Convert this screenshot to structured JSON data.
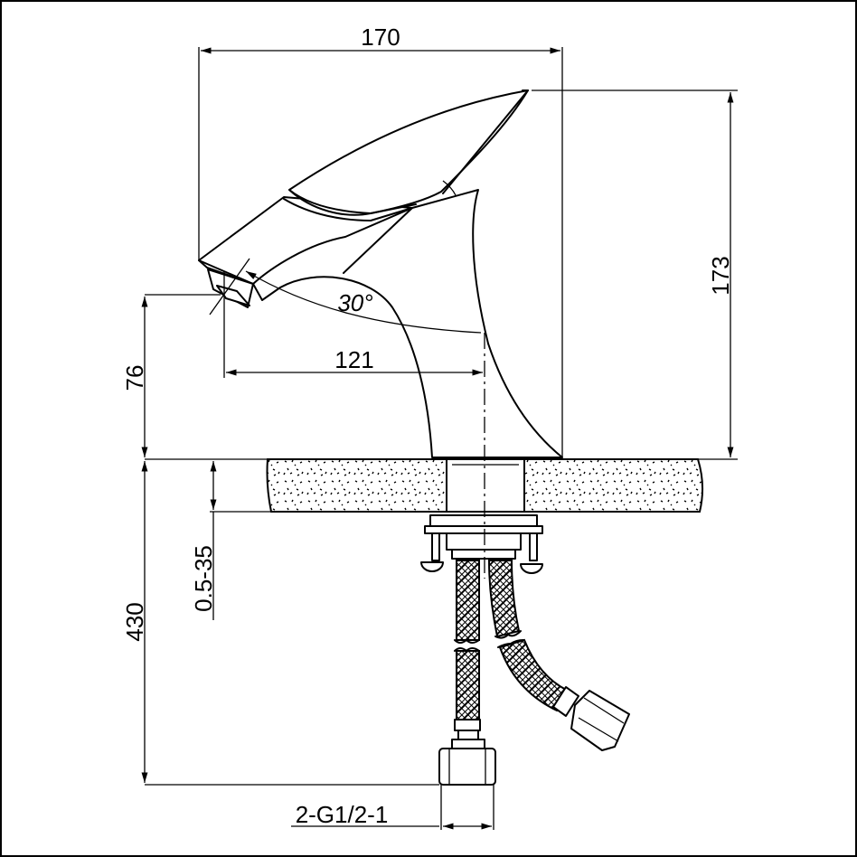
{
  "dimensions": {
    "width": "170",
    "height": "173",
    "spout_reach": "121",
    "spout_height": "76",
    "angle": "30°",
    "below_length": "430",
    "countertop_thickness": "0.5-35",
    "connection": "2-G1/2-1"
  },
  "colors": {
    "line": "#000000",
    "background": "#ffffff"
  }
}
